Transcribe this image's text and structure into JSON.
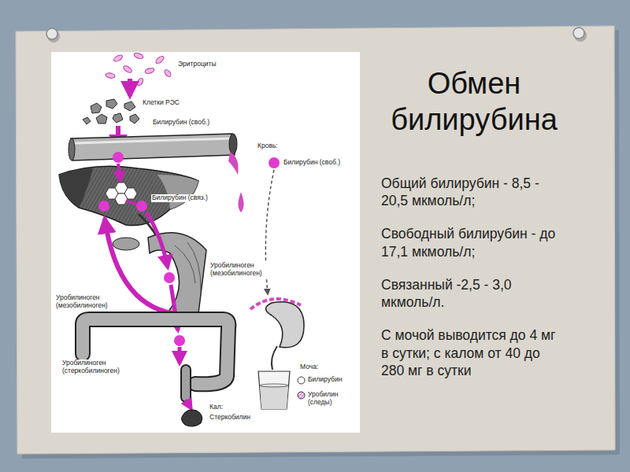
{
  "diagram": {
    "title": "Обмен билирубина",
    "labels": [
      "Эритроциты",
      "Клетки РЭС",
      "Билирубин (своб.)",
      "Кровь:",
      "Билирубин (своб.)",
      "Билирубин (связ.)",
      "Уробилиноген (мезобилиноген)",
      "Уробилиноген (мезобилиноген)",
      "Уробилиноген (стеркобилиноген)",
      "Моча:",
      "Кал:",
      "Стеркобилин",
      "Общий билирубин - 8,5 - 20,5 мкмоль/л;",
      "Свободный билирубин - до 17,1 мкмоль/л;",
      "Связанный -2,5 - 3,0 мкмоль/л.",
      "С мочой выводится до 4 мг в сутки; с калом от 40 до 280 мг в сутки"
    ],
    "legend": [
      {
        "text": "Билирубин"
      },
      {
        "text": "Уробилин (следы)"
      }
    ]
  }
}
